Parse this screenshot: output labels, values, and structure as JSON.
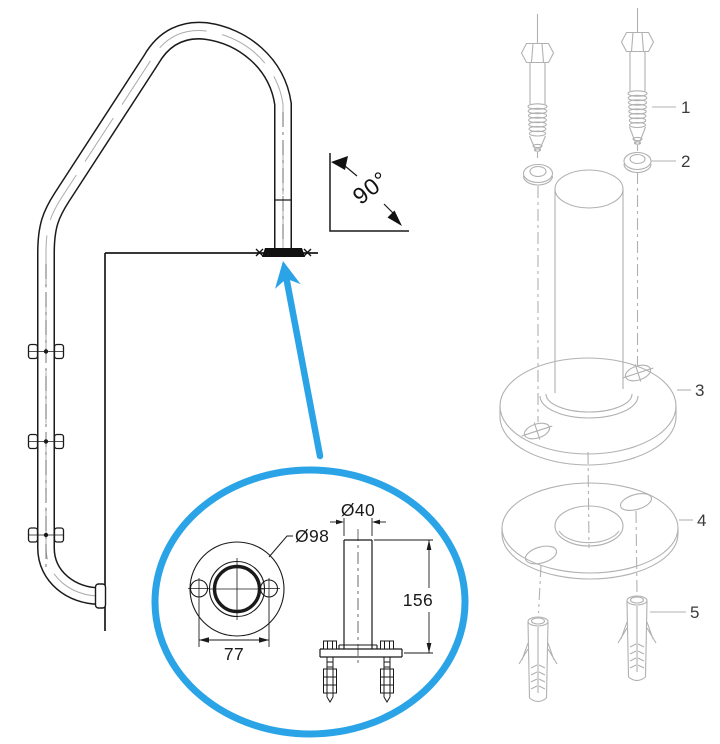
{
  "figure": {
    "kind": "pool-ladder-installation-diagram",
    "views": {
      "main": "ladder side view with deck and wall",
      "callout": "anchor socket detail (top and side view)",
      "exploded": "anchor socket mounting hardware"
    }
  },
  "annotations": {
    "angle_label": "90°"
  },
  "detail": {
    "flange_diameter": "Ø98",
    "tube_diameter": "Ø40",
    "bolt_spacing": "77",
    "socket_height": "156"
  },
  "parts": {
    "items": [
      {
        "label": "1",
        "name": "lag-screw"
      },
      {
        "label": "2",
        "name": "washer"
      },
      {
        "label": "3",
        "name": "anchor-socket-with-flange"
      },
      {
        "label": "4",
        "name": "cover-flange"
      },
      {
        "label": "5",
        "name": "wall-plug"
      }
    ]
  },
  "colors": {
    "accent": "#2aa4e6",
    "ink": "#1a1a1a",
    "part_gray": "#b1b1b1",
    "label_gray": "#3b3b3b"
  }
}
